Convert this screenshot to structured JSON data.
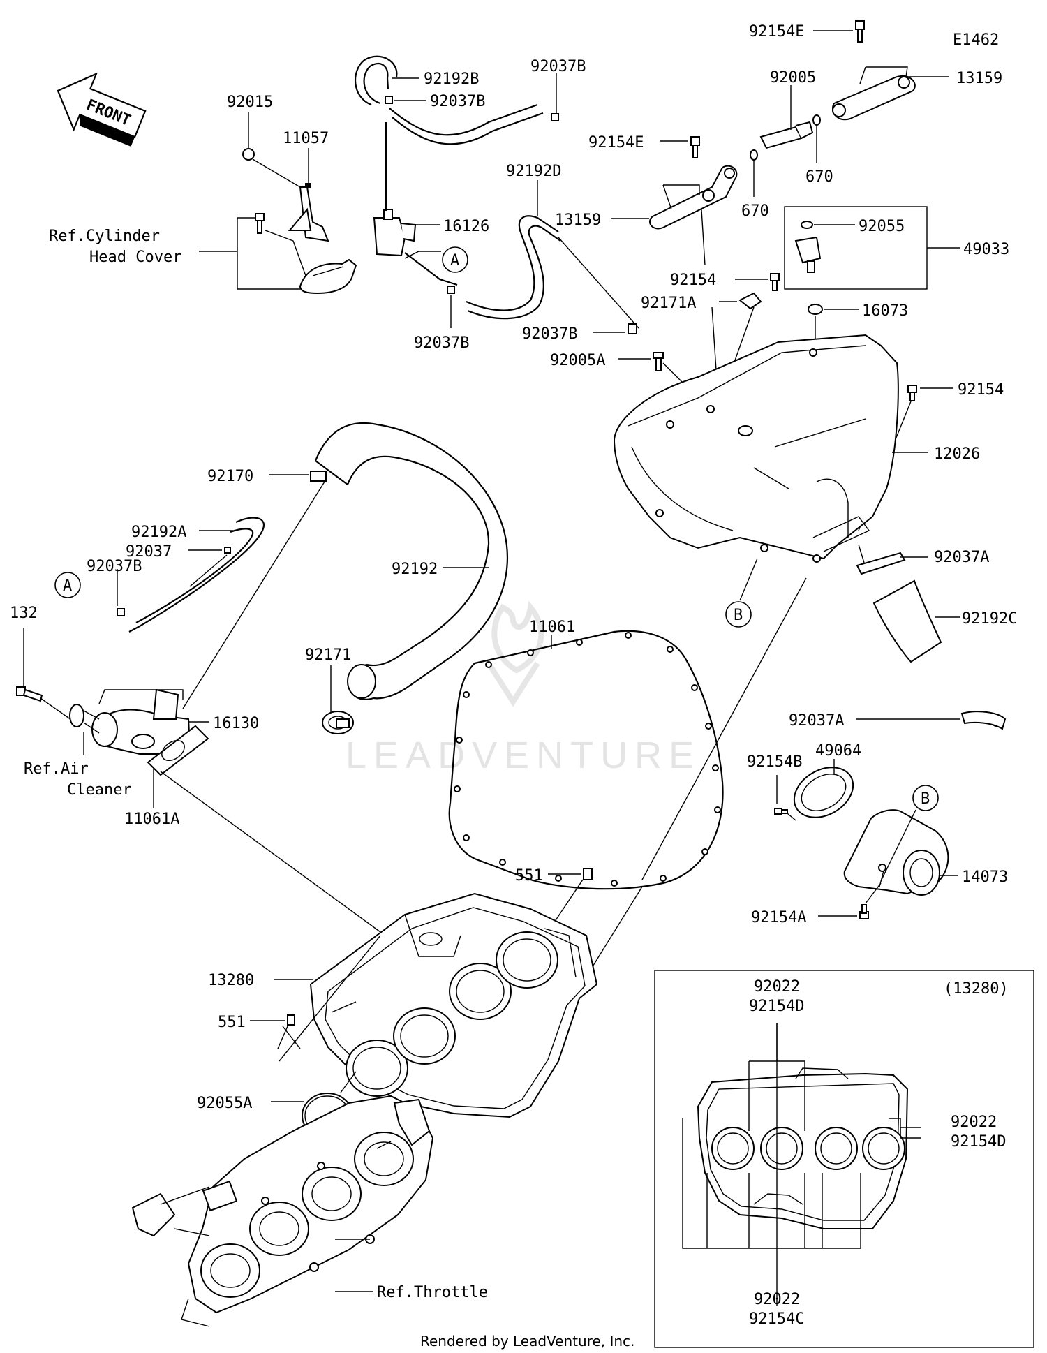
{
  "diagram_code": "E1462",
  "front_label": "FRONT",
  "watermark": "LEADVENTURE",
  "footer": "Rendered by LeadVenture, Inc.",
  "inset_label": "(13280)",
  "callouts": {
    "A": "A",
    "B": "B"
  },
  "refs": {
    "cylinder_head_cover_1": "Ref.Cylinder",
    "cylinder_head_cover_2": "Head Cover",
    "air_cleaner_1": "Ref.Air",
    "air_cleaner_2": "Cleaner",
    "throttle": "Ref.Throttle"
  },
  "parts": {
    "p92154E_top": "92154E",
    "p13159_right": "13159",
    "p92192B": "92192B",
    "p92037B_top": "92037B",
    "p92037B_mid": "92037B",
    "p92015": "92015",
    "p11057": "11057",
    "p92005": "92005",
    "p92154E_mid": "92154E",
    "p670_right": "670",
    "p92192D": "92192D",
    "p13159_left": "13159",
    "p670_left": "670",
    "p16126": "16126",
    "p92055": "92055",
    "p49033": "49033",
    "p92154_top": "92154",
    "p92171A": "92171A",
    "p16073": "16073",
    "p92037B_left": "92037B",
    "p92037B_hose": "92037B",
    "p92005A": "92005A",
    "p92154_right": "92154",
    "p12026": "12026",
    "p92170": "92170",
    "p92192A": "92192A",
    "p92037": "92037",
    "p92037B_lower": "92037B",
    "p92192": "92192",
    "p92037A_top": "92037A",
    "p132": "132",
    "p11061": "11061",
    "p92192C": "92192C",
    "p92171": "92171",
    "p16130": "16130",
    "p92037A_bottom": "92037A",
    "p92154B": "92154B",
    "p49064": "49064",
    "p11061A": "11061A",
    "p14073": "14073",
    "p551_top": "551",
    "p92154A": "92154A",
    "p13280": "13280",
    "p551_left": "551",
    "p92055A": "92055A",
    "inset_top_1": "92022",
    "inset_top_2": "92154D",
    "inset_right_1": "92022",
    "inset_right_2": "92154D",
    "inset_bottom_1": "92022",
    "inset_bottom_2": "92154C"
  }
}
